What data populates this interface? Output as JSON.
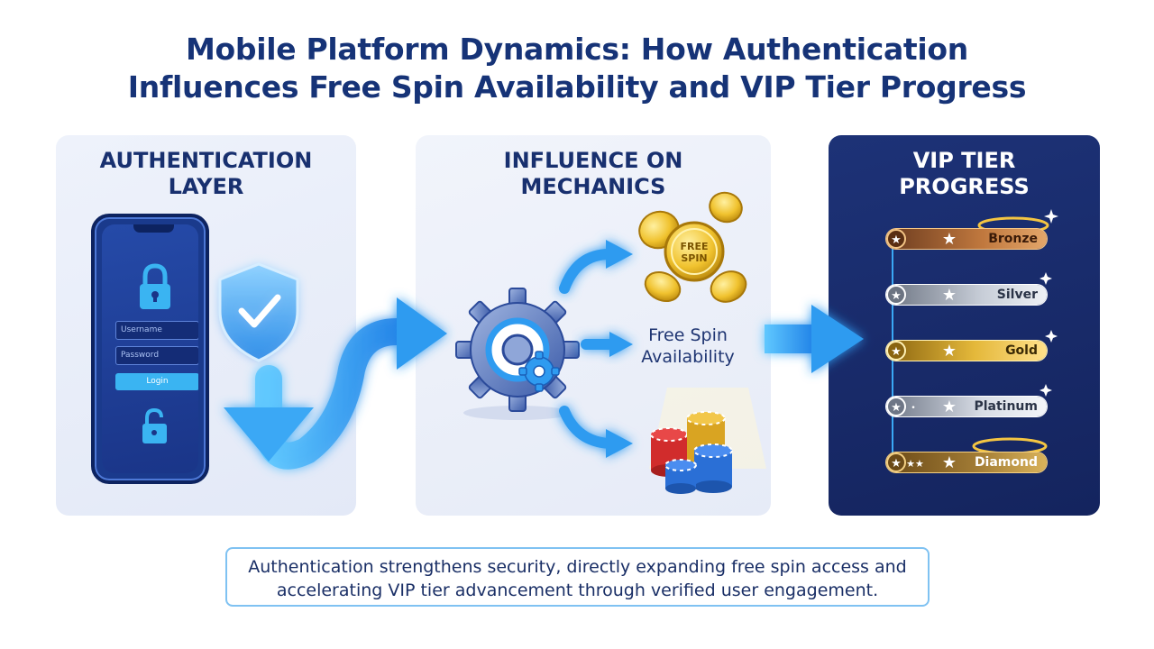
{
  "title": {
    "line1": "Mobile Platform Dynamics: How Authentication",
    "line2": "Influences Free Spin Availability and VIP Tier Progress"
  },
  "panels": {
    "auth": {
      "title_line1": "AUTHENTICATION",
      "title_line2": "LAYER"
    },
    "mechanics": {
      "title_line1": "INFLUENCE ON",
      "title_line2": "MECHANICS"
    },
    "vip": {
      "title_line1": "VIP TIER",
      "title_line2": "PROGRESS"
    }
  },
  "phone": {
    "username_placeholder": "Username",
    "password_placeholder": "Password",
    "login_label": "Login"
  },
  "coins": {
    "text_line1": "FREE",
    "text_line2": "SPIN"
  },
  "mechanics": {
    "free_spin_line1": "Free Spin",
    "free_spin_line2": "Availability"
  },
  "tiers": [
    {
      "label": "Bronze"
    },
    {
      "label": "Silver"
    },
    {
      "label": "Gold"
    },
    {
      "label": "Platinum"
    },
    {
      "label": "Diamond"
    }
  ],
  "caption": {
    "line1": "Authentication strengthens security, directly expanding free spin access and",
    "line2": "accelerating VIP tier advancement through verified user engagement."
  },
  "colors": {
    "title": "#163377",
    "accent_blue": "#2f9bf0",
    "vip_panel": "#1d3277",
    "gold": "#e4b83a"
  }
}
